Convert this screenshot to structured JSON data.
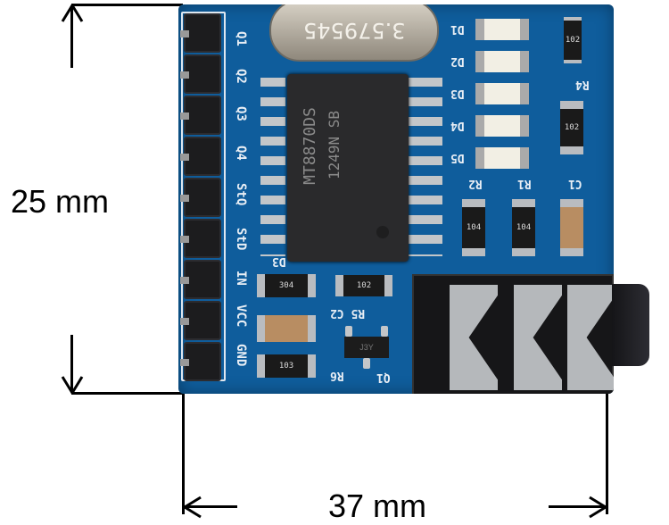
{
  "dimensions": {
    "height_label": "25 mm",
    "width_label": "37 mm"
  },
  "board": {
    "header_pins": [
      "Q1",
      "Q2",
      "Q3",
      "Q4",
      "StQ",
      "StD",
      "IN",
      "VCC",
      "GND"
    ],
    "crystal": "3.579545",
    "chip": {
      "part": "MT8870DS",
      "lot": "1249N SB"
    },
    "leds": [
      "D1",
      "D2",
      "D3",
      "D4",
      "D5"
    ],
    "designators": {
      "r4": "R4",
      "r2": "R2",
      "r1": "R1",
      "c1": "C1",
      "d3": "D3",
      "r5c2": "R5 C2",
      "r6": "R6",
      "q1": "Q1"
    },
    "codes": {
      "r4": "102",
      "r4b": "102",
      "r2": "104",
      "r1": "104",
      "d3": "304",
      "r5": "102",
      "r6": "103",
      "q1": "J3Y"
    }
  }
}
